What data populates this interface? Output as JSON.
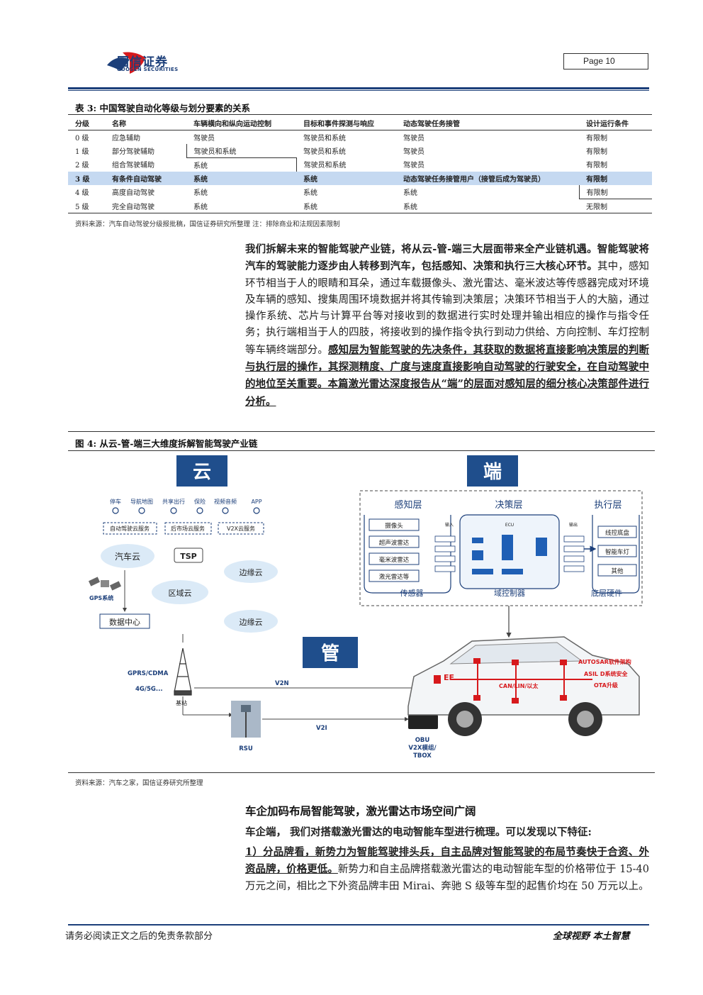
{
  "header": {
    "company_name": "国信证券",
    "company_sub": "GUOSEN SECURITIES",
    "page_label": "Page  10"
  },
  "table": {
    "title": "表 3:  中国驾驶自动化等级与划分要素的关系",
    "columns": [
      "分级",
      "名称",
      "车辆横向和纵向运动控制",
      "目标和事件探测与响应",
      "动态驾驶任务接管",
      "设计运行条件"
    ],
    "rows": [
      [
        "0 级",
        "应急辅助",
        "驾驶员",
        "驾驶员和系统",
        "驾驶员",
        "有限制"
      ],
      [
        "1 级",
        "部分驾驶辅助",
        "驾驶员和系统",
        "驾驶员和系统",
        "驾驶员",
        "有限制"
      ],
      [
        "2 级",
        "组合驾驶辅助",
        "系统",
        "驾驶员和系统",
        "驾驶员",
        "有限制"
      ],
      [
        "3 级",
        "有条件自动驾驶",
        "系统",
        "系统",
        "动态驾驶任务接管用户（接管后成为驾驶员）",
        "有限制"
      ],
      [
        "4 级",
        "高度自动驾驶",
        "系统",
        "系统",
        "系统",
        "有限制"
      ],
      [
        "5 级",
        "完全自动驾驶",
        "系统",
        "系统",
        "系统",
        "无限制"
      ]
    ],
    "source": "资料来源：汽车自动驾驶分级报批稿，国信证券研究所整理 注：排除商业和法规因素限制"
  },
  "para1": {
    "s1": "我们拆解未来的智能驾驶产业链，将从云-管-端三大层面带来全产业链机遇。智能驾驶将汽车的驾驶能力逐步由人转移到汽车，包括感知、决策和执行三大核心环节。",
    "s2": "其中，感知环节相当于人的眼睛和耳朵，通过车载摄像头、激光雷达、毫米波达等传感器完成对环境及车辆的感知、搜集周围环境数据并将其传输到决策层；决策环节相当于人的大脑，通过操作系统、芯片与计算平台等对接收到的数据进行实时处理并输出相应的操作与指令任务；执行端相当于人的四肢，将接收到的操作指令执行到动力供给、方向控制、车灯控制等车辆终端部分。",
    "s3": "感知层为智能驾驶的先决条件，其获取的数据将直接影响决策层的判断与执行层的操作，其探测精度、广度与速度直接影响自动驾驶的行驶安全，在自动驾驶中的地位至关重要。本篇激光雷达深度报告从“端”的层面对感知层的细分核心决策部件进行分析。"
  },
  "figure": {
    "title": "图 4:  从云-管-端三大维度拆解智能驾驶产业链",
    "cloud": "云",
    "pipe": "管",
    "end": "端",
    "cloud_services": [
      "停车",
      "导航地图",
      "共享出行",
      "保险",
      "视频音频",
      "APP"
    ],
    "cloud_boxes": [
      "自动驾驶云服务",
      "后市场云服务",
      "V2X云服务"
    ],
    "car_cloud": "汽车云",
    "tsp": "TSP",
    "edge_cloud_1": "边缘云",
    "region_cloud": "区域云",
    "edge_cloud_2": "边缘云",
    "gps": "GPS系统",
    "data_center": "数据中心",
    "gprs": "GPRS/CDMA",
    "g45": "4G/5G...",
    "base_station": "基站",
    "v2n": "V2N",
    "v2i": "V2I",
    "rsu": "RSU",
    "obu": "OBU",
    "v2x_module": "V2X模组/",
    "tbox": "TBOX",
    "perception": "感知层",
    "decision": "决策层",
    "execution": "执行层",
    "sensors": [
      "摄像头",
      "超声波雷达",
      "毫米波雷达",
      "激光雷达等"
    ],
    "sensor_label": "传感器",
    "domain_label": "域控制器",
    "hardware_label": "底层硬件",
    "actuators": [
      "线控底盘",
      "智能车灯",
      "其他"
    ],
    "input": "输入",
    "output": "输出",
    "ecu": "ECU",
    "ee": "EE",
    "can": "CAN/LIN/以太",
    "autosar": "AUTOSAR软件架构",
    "asil": "ASIL D系统安全",
    "ota": "OTA升级",
    "source": "资料来源：汽车之家，国信证券研究所整理"
  },
  "section": {
    "title": "车企加码布局智能驾驶，激光雷达市场空间广阔",
    "p1": "车企端，  我们对搭载激光雷达的电动智能车型进行梳理。可以发现以下特征:",
    "p2a": "1）分品牌看，新势力为智能驾驶排头兵，自主品牌对智能驾驶的布局节奏快于合资、外资品牌，价格更低。",
    "p2b": "新势力和自主品牌搭载激光雷达的电动智能车型的价格带位于 15-40 万元之间，相比之下外资品牌丰田 Mirai、奔驰 S 级等车型的起售价均在 50 万元以上。"
  },
  "footer": {
    "left": "请务必阅读正文之后的免责条款部分",
    "right": "全球视野  本土智慧"
  },
  "colors": {
    "brand_blue": "#1c3f7a",
    "brand_red": "#d7191c",
    "highlight_row": "#c5d9f1"
  }
}
